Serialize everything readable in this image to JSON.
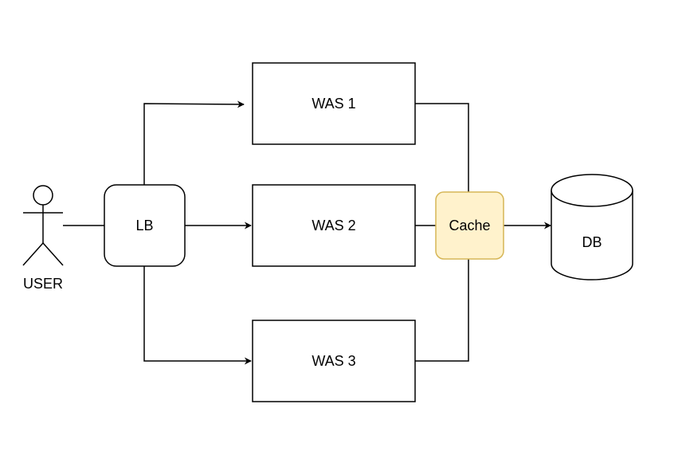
{
  "diagram": {
    "actor": {
      "label": "USER",
      "icon": "stick-figure-icon"
    },
    "load_balancer": {
      "label": "LB"
    },
    "servers": [
      {
        "label": "WAS 1"
      },
      {
        "label": "WAS 2"
      },
      {
        "label": "WAS 3"
      }
    ],
    "cache": {
      "label": "Cache",
      "fill": "#fff2cc",
      "stroke": "#d6b656"
    },
    "database": {
      "label": "DB",
      "icon": "cylinder-database-icon"
    },
    "colors": {
      "stroke": "#000000",
      "background": "#ffffff"
    }
  }
}
